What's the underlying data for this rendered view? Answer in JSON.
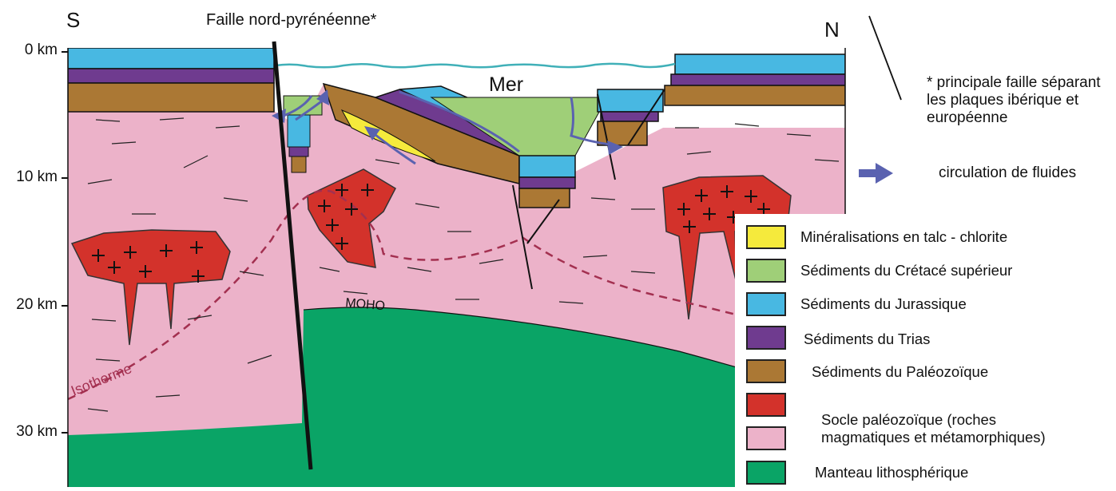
{
  "directions": {
    "south": "S",
    "north": "N"
  },
  "fault_title": "Faille nord-pyrénéenne*",
  "sea_label": "Mer",
  "moho_label": "MOHO",
  "isotherm_label": "Isotherme",
  "depth_axis": [
    "0 km",
    "10 km",
    "20 km",
    "30 km"
  ],
  "fault_note": "* principale faille séparant les plaques ibérique et européenne",
  "fluid_note": "circulation de fluides",
  "legend": [
    {
      "label": "Minéralisations en talc - chlorite",
      "color": "#f5ea3c"
    },
    {
      "label": "Sédiments du Crétacé supérieur",
      "color": "#9fcf78"
    },
    {
      "label": "Sédiments du Jurassique",
      "color": "#48b8e2"
    },
    {
      "label": "Sédiments du Trias",
      "color": "#6f3b8f"
    },
    {
      "label": "Sédiments du Paléozoïque",
      "color": "#ab7834"
    },
    {
      "label": "Socle paléozoïque (roches magmatiques et métamorphiques)",
      "colors": [
        "#d3322b",
        "#ecb2c9"
      ]
    },
    {
      "label": "Manteau lithosphérique",
      "color": "#0aa466"
    }
  ],
  "colors": {
    "socle_pink": "#ecb2c9",
    "granite_red": "#d3322b",
    "mantle_green": "#0aa466",
    "jurassic_blue": "#48b8e2",
    "trias_purple": "#6f3b8f",
    "paleozoic_brown": "#ab7834",
    "cretaceous_green": "#9fcf78",
    "talc_yellow": "#f5ea3c",
    "fluid_arrow": "#5a62b0",
    "isotherm": "#a33050",
    "sea_line": "#40b0b8"
  }
}
